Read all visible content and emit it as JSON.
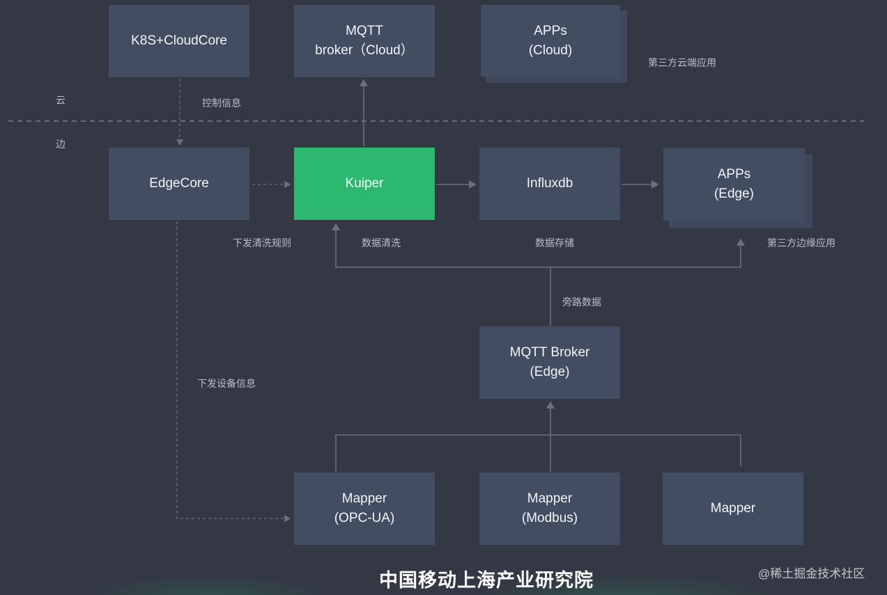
{
  "zones": {
    "cloud": "云",
    "edge": "边"
  },
  "nodes": {
    "k8s_cloudcore": [
      "K8S+CloudCore"
    ],
    "mqtt_cloud": [
      "MQTT",
      "broker（Cloud）"
    ],
    "apps_cloud": [
      "APPs",
      "(Cloud)"
    ],
    "edgecore": [
      "EdgeCore"
    ],
    "kuiper": [
      "Kuiper"
    ],
    "influxdb": [
      "Influxdb"
    ],
    "apps_edge": [
      "APPs",
      "(Edge)"
    ],
    "mqtt_edge": [
      "MQTT Broker",
      "(Edge)"
    ],
    "mapper_opcua": [
      "Mapper",
      "(OPC-UA)"
    ],
    "mapper_modbus": [
      "Mapper",
      "(Modbus)"
    ],
    "mapper_generic": [
      "Mapper"
    ]
  },
  "labels": {
    "control_info": "控制信息",
    "third_party_cloud_apps": "第三方云端应用",
    "dispatch_cleaning_rules": "下发清洗规则",
    "data_cleaning": "数据清洗",
    "data_storage": "数据存储",
    "third_party_edge_apps": "第三方边缘应用",
    "bypass_data": "旁路数据",
    "dispatch_device_info": "下发设备信息"
  },
  "colors": {
    "background": "#343844",
    "node": "#434d62",
    "highlight": "#2db86f",
    "line": "#6a7080"
  },
  "footer": {
    "title": "中国移动上海产业研究院",
    "watermark": "@稀土掘金技术社区"
  }
}
